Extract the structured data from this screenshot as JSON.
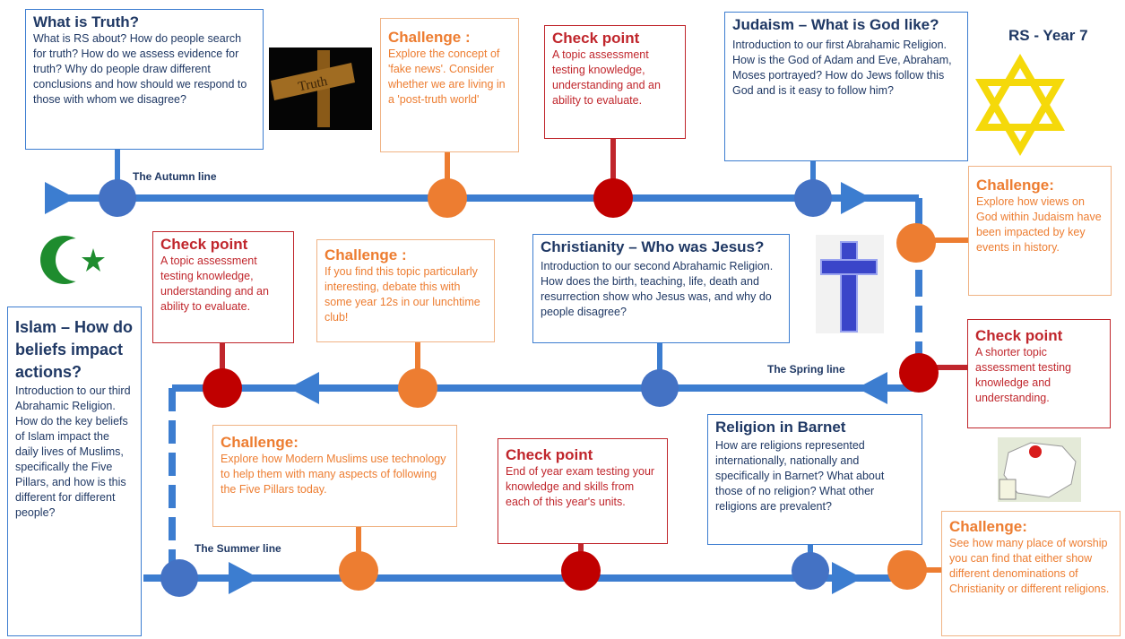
{
  "header": {
    "title": "RS - Year 7"
  },
  "lines": {
    "autumn": "The Autumn line",
    "spring": "The Spring line",
    "summer": "The Summer line"
  },
  "topics": {
    "truth": {
      "title": "What is Truth?",
      "text": "What is RS about? How do people search for truth? How do we assess evidence for truth? Why do people draw different conclusions and how should we respond to those with whom we disagree?"
    },
    "judaism": {
      "title": "Judaism – What is God like?",
      "text": "Introduction to our first Abrahamic Religion. How is the God of Adam and Eve, Abraham, Moses portrayed? How do Jews follow this God and is it easy to follow him?"
    },
    "christianity": {
      "title": "Christianity – Who was Jesus?",
      "text": "Introduction to our second Abrahamic Religion. How does the birth, teaching, life, death and resurrection show who Jesus was, and why do people disagree?"
    },
    "islam": {
      "title": "Islam – How do beliefs impact actions?",
      "text": "Introduction to our third Abrahamic Religion. How do the key beliefs of Islam impact the daily lives of Muslims, specifically the Five Pillars, and how is this different for different people?"
    },
    "barnet": {
      "title": "Religion in Barnet",
      "text": "How are religions represented internationally, nationally and specifically in Barnet? What about those of no religion? What other religions are prevalent?"
    }
  },
  "checkpoints": {
    "autumn": {
      "title": "Check point",
      "text": "A topic assessment testing knowledge, understanding and an ability to evaluate."
    },
    "spring_left": {
      "title": "Check point",
      "text": "A topic assessment testing knowledge, understanding and an ability to evaluate."
    },
    "spring_right": {
      "title": "Check point",
      "text": "A shorter topic assessment testing knowledge and understanding."
    },
    "summer": {
      "title": "Check point",
      "text": "End of year exam testing your knowledge and skills from each of this year's units."
    }
  },
  "challenges": {
    "autumn": {
      "title": "Challenge :",
      "text": "Explore the concept of 'fake news'. Consider whether we are living in a 'post-truth world'"
    },
    "judaism": {
      "title": "Challenge:",
      "text": "Explore how views on God within Judaism have been impacted by key events in history."
    },
    "spring": {
      "title": "Challenge :",
      "text": "If you find this topic particularly interesting, debate this with some year 12s in our lunchtime club!"
    },
    "islam": {
      "title": "Challenge:",
      "text": "Explore how Modern Muslims use technology to help them with many aspects of following the Five Pillars today."
    },
    "barnet": {
      "title": "Challenge:",
      "text": "See how many place of worship you can find that either show different denominations of Christianity or different religions."
    }
  },
  "images": {
    "truth_sign": "Truth",
    "icons": [
      "truth-sign-image",
      "star-of-david-icon",
      "crescent-star-icon",
      "cross-icon",
      "barnet-map-image"
    ]
  },
  "colors": {
    "line": "#3c7dd0",
    "topic_border": "#3c7dd0",
    "checkpoint": "#c0262c",
    "challenge": "#ed7d31",
    "title_navy": "#1f3864",
    "star": "#f5d90a",
    "crescent": "#1e8c2e"
  }
}
